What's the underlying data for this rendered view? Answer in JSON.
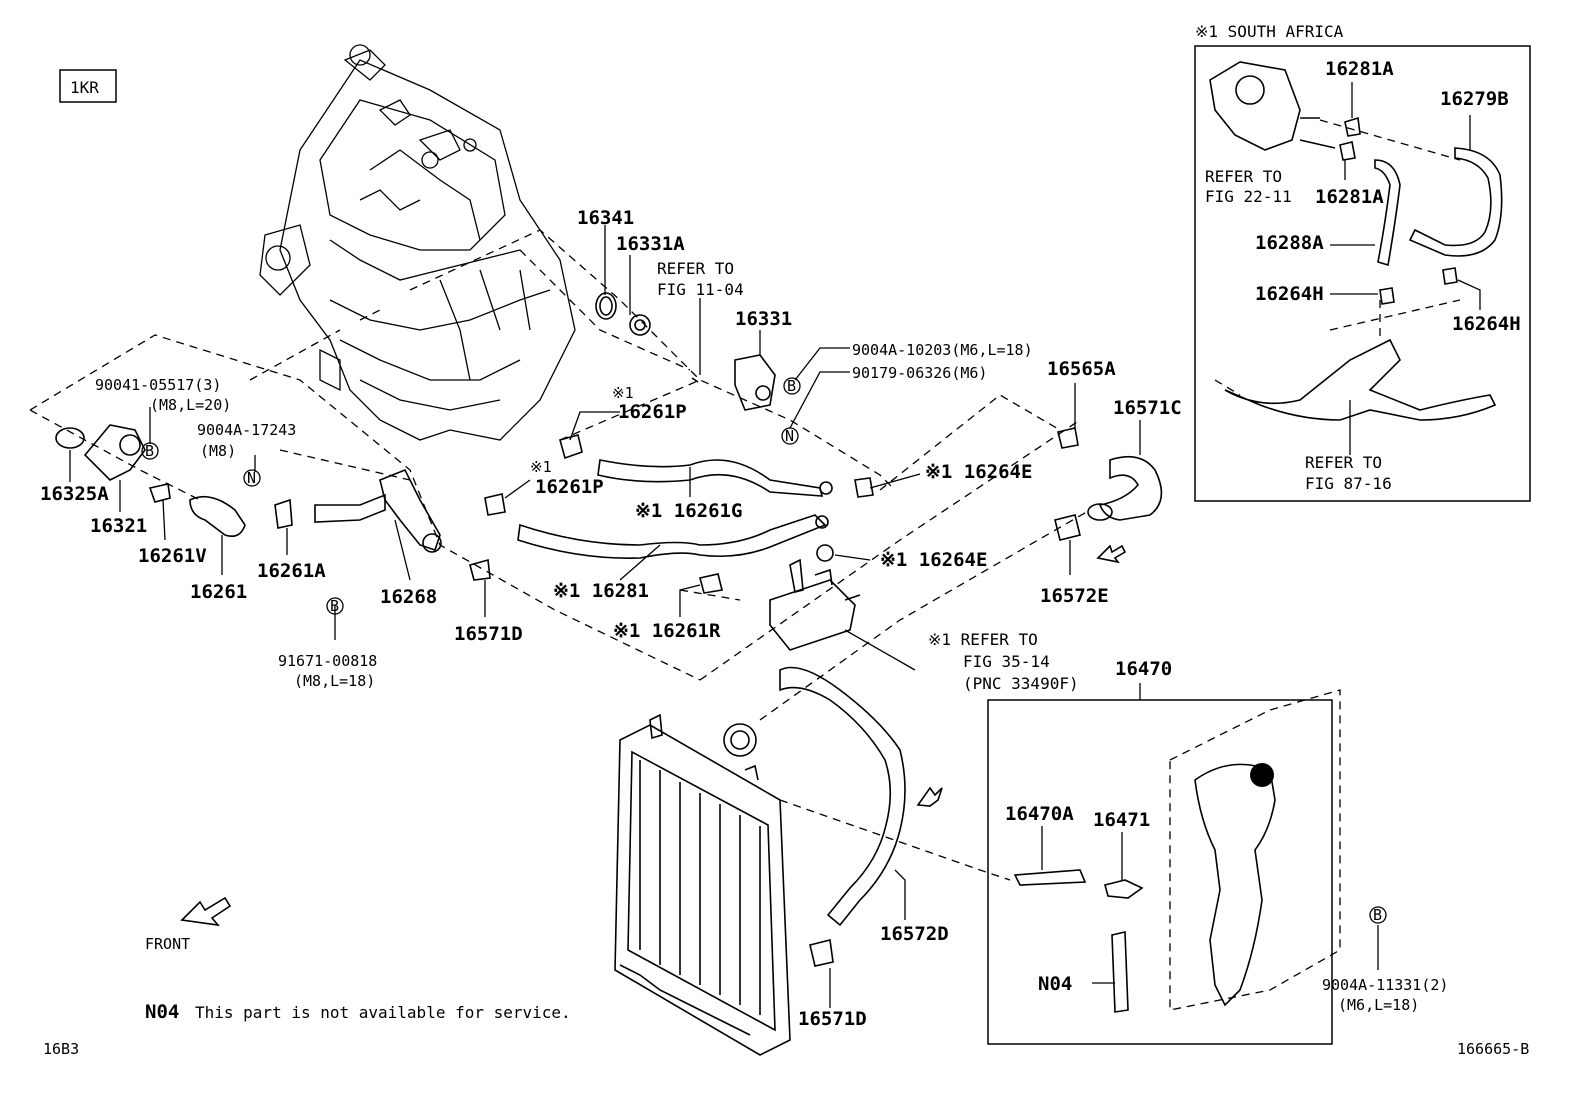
{
  "engine_code": "1KR",
  "inset": {
    "title": "※1 SOUTH AFRICA",
    "labels": {
      "p16281A_top": "16281A",
      "p16279B": "16279B",
      "refer_22_11_a": "REFER TO",
      "refer_22_11_b": "FIG 22-11",
      "p16281A_mid": "16281A",
      "p16288A": "16288A",
      "p16264H_left": "16264H",
      "p16264H_right": "16264H",
      "refer_87_16_a": "REFER TO",
      "refer_87_16_b": "FIG 87-16"
    }
  },
  "labels": {
    "p16341": "16341",
    "p16331A": "16331A",
    "refer_11_04_a": "REFER TO",
    "refer_11_04_b": "FIG 11-04",
    "p16331": "16331",
    "b9004A_10203": "9004A-10203(M6,L=18)",
    "b90179_06326": "90179-06326(M6)",
    "b90041_05517": "90041-05517(3)",
    "b90041_05517_spec": "(M8,L=20)",
    "b9004A_17243": "9004A-17243",
    "b9004A_17243_spec": "(M8)",
    "p16261P_top_mark": "※1",
    "p16261P_top": "16261P",
    "p16261P_left_mark": "※1",
    "p16261P_left": "16261P",
    "p16261G": "※1 16261G",
    "p16264E_top": "※1 16264E",
    "p16264E_mid": "※1 16264E",
    "p16281": "※1 16281",
    "p16261R": "※1 16261R",
    "p16325A": "16325A",
    "p16321": "16321",
    "p16261V": "16261V",
    "p16261": "16261",
    "p16261A": "16261A",
    "p16268": "16268",
    "p16571D_top": "16571D",
    "b91671_00818": "91671-00818",
    "b91671_00818_spec": "(M8,L=18)",
    "p16565A": "16565A",
    "p16571C": "16571C",
    "p16572E": "16572E",
    "refer_35_14_a": "※1 REFER TO",
    "refer_35_14_b": "FIG 35-14",
    "refer_35_14_c": "(PNC 33490F)",
    "p16470": "16470",
    "p16470A": "16470A",
    "p16471": "16471",
    "pN04": "N04",
    "p16572D": "16572D",
    "p16571D_bottom": "16571D",
    "b9004A_11331": "9004A-11331(2)",
    "b9004A_11331_spec": "(M6,L=18)",
    "front": "FRONT",
    "footnote_code": "N04",
    "footnote_text": "This part is not available for service.",
    "page_code": "16B3",
    "diagram_id": "166665-B"
  },
  "markers": {
    "bolt": "B",
    "nut": "N"
  }
}
